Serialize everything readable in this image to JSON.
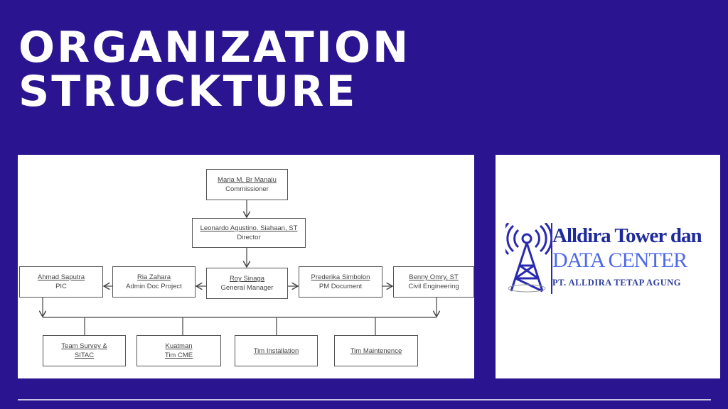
{
  "title": {
    "line1": "ORGANIZATION",
    "line2": "STRUCKTURE"
  },
  "org_chart": {
    "commissioner": {
      "name": "Maria M. Br Manalu",
      "role": "Commissioner"
    },
    "director": {
      "name": "Leonardo Agustino. Siahaan, ST",
      "role": "Director"
    },
    "general_manager": {
      "name": "Roy Sinaga",
      "role": "General Manager"
    },
    "pic": {
      "name": "Ahmad Saputra",
      "role": "PIC"
    },
    "admin": {
      "name": "Ria Zahara",
      "role": "Admin Doc Project"
    },
    "pm_document": {
      "name": "Prederika Simbolon",
      "role": "PM Document"
    },
    "civil": {
      "name": "Benny Omry, ST",
      "role": "Civil Engineering"
    },
    "teams": [
      {
        "line1": "Team Survey &",
        "line2": "SITAC"
      },
      {
        "line1": "Kuatman",
        "line2": "Tim CME"
      },
      {
        "line1": "Tim Installation"
      },
      {
        "line1": "Tim Maintenence"
      }
    ]
  },
  "logo": {
    "line1": "Alldira Tower dan",
    "line2": "DATA CENTER",
    "line3": "PT. ALLDIRA TETAP AGUNG"
  },
  "colors": {
    "background": "#2a1490",
    "logo_dark": "#1e2a9c",
    "logo_light": "#4f6ae8"
  }
}
